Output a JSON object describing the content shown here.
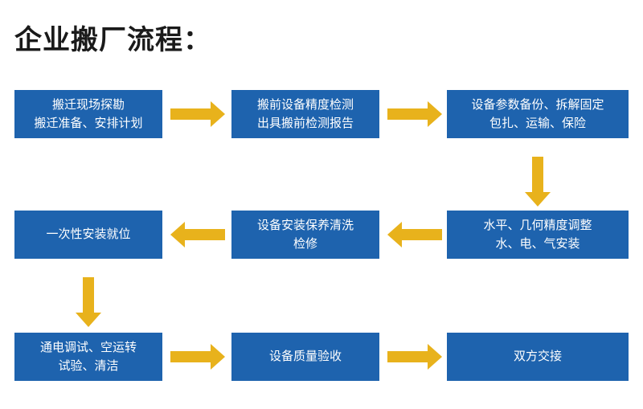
{
  "page": {
    "title": "企业搬厂流程：",
    "box_color": "#1e63ae",
    "arrow_color": "#e8b21c",
    "text_color": "#ffffff",
    "background": "#ffffff"
  },
  "nodes": [
    {
      "id": "step1",
      "label": "搬迁现场探勘\n搬迁准备、安排计划"
    },
    {
      "id": "step2",
      "label": "搬前设备精度检测\n出具搬前检测报告"
    },
    {
      "id": "step3",
      "label": "设备参数备份、拆解固定\n包扎、运输、保险"
    },
    {
      "id": "step4",
      "label": "水平、几何精度调整\n水、电、气安装"
    },
    {
      "id": "step5",
      "label": "设备安装保养清洗\n检修"
    },
    {
      "id": "step6",
      "label": "一次性安装就位"
    },
    {
      "id": "step7",
      "label": "通电调试、空运转\n试验、清洁"
    },
    {
      "id": "step8",
      "label": "设备质量验收"
    },
    {
      "id": "step9",
      "label": "双方交接"
    }
  ],
  "connectors": [
    {
      "id": "c1",
      "from": "step1",
      "to": "step2",
      "direction": "right"
    },
    {
      "id": "c2",
      "from": "step2",
      "to": "step3",
      "direction": "right"
    },
    {
      "id": "c3",
      "from": "step3",
      "to": "step4",
      "direction": "down"
    },
    {
      "id": "c4",
      "from": "step4",
      "to": "step5",
      "direction": "left"
    },
    {
      "id": "c5",
      "from": "step5",
      "to": "step6",
      "direction": "left"
    },
    {
      "id": "c6",
      "from": "step6",
      "to": "step7",
      "direction": "down"
    },
    {
      "id": "c7",
      "from": "step7",
      "to": "step8",
      "direction": "right"
    },
    {
      "id": "c8",
      "from": "step8",
      "to": "step9",
      "direction": "right"
    }
  ]
}
